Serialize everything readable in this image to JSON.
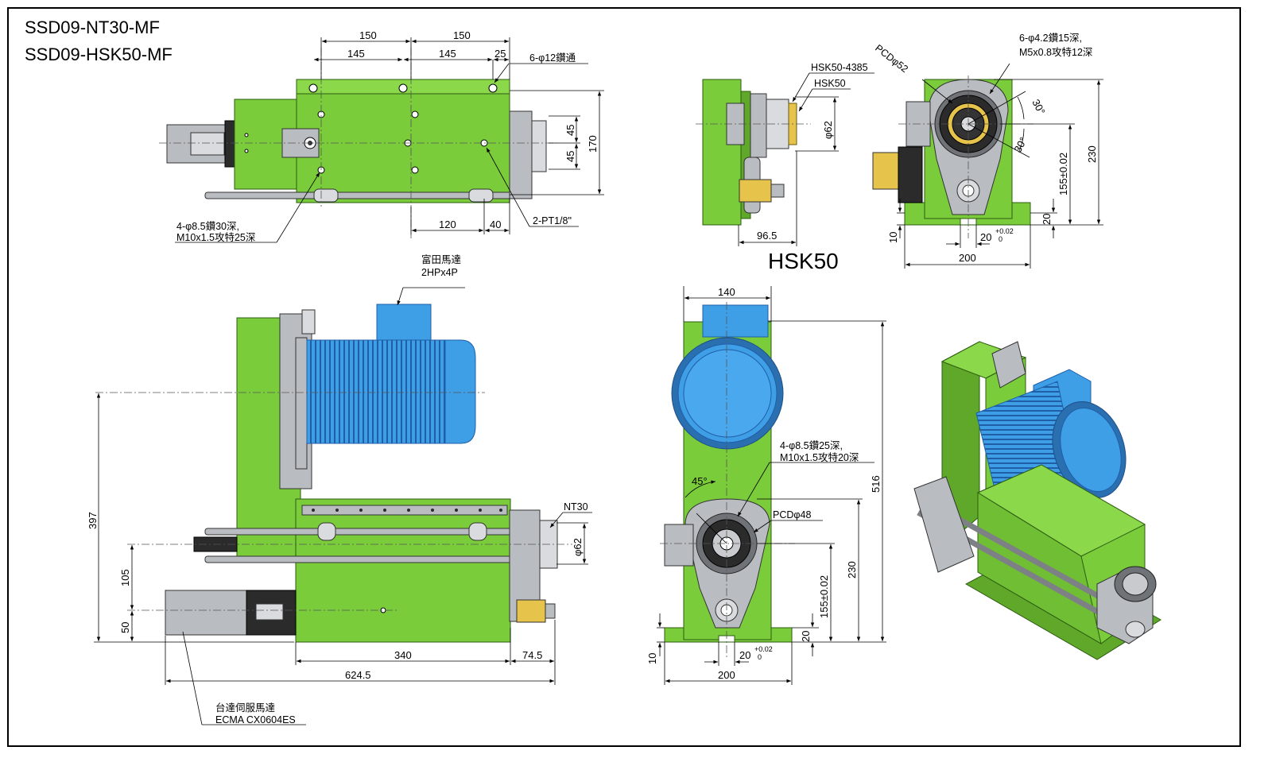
{
  "titles": {
    "line1": "SSD09-NT30-MF",
    "line2": "SSD09-HSK50-MF"
  },
  "view_label": "HSK50",
  "top_view": {
    "dims": {
      "d150a": "150",
      "d150b": "150",
      "d145a": "145",
      "d145b": "145",
      "d25": "25",
      "d45a": "45",
      "d45b": "45",
      "d170": "170",
      "d120": "120",
      "d40": "40"
    },
    "notes": {
      "holes_through": "6-φ12鑽通",
      "tap1": "4-φ8.5鑽30深,",
      "tap2": "M10x1.5攻特25深",
      "pt": "2-PT1/8\""
    }
  },
  "hsk_side": {
    "label1": "HSK50-4385",
    "label2": "HSK50",
    "dia": "φ62",
    "d96": "96.5"
  },
  "hsk_front": {
    "pcd": "PCDφ52",
    "holes1": "6-φ4.2鑽15深,",
    "holes2": "M5x0.8攻特12深",
    "a30a": "30°",
    "a30b": "30°",
    "d155": "155±0.02",
    "d230": "230",
    "d20": "20",
    "d10": "10",
    "d20b": "20",
    "tol_up": "+0.02",
    "tol_dn": "0",
    "d200": "200"
  },
  "side_view": {
    "motor1": "富田馬達",
    "motor2": "2HPx4P",
    "nt30": "NT30",
    "dia": "φ62",
    "d397": "397",
    "d105": "105",
    "d50": "50",
    "d340": "340",
    "d745": "74.5",
    "d6245": "624.5",
    "servo1": "台達伺服馬達",
    "servo2": "ECMA CX0604ES"
  },
  "front_view": {
    "d140": "140",
    "a45": "45°",
    "tap1": "4-φ8.5鑽25深,",
    "tap2": "M10x1.5攻特20深",
    "pcd": "PCDφ48",
    "d516": "516",
    "d230": "230",
    "d155": "155±0.02",
    "d20": "20",
    "d10": "10",
    "d20b": "20",
    "tol_up": "+0.02",
    "tol_dn": "0",
    "d200": "200"
  },
  "colors": {
    "green": "#7acc3a",
    "green_dark": "#5fa82a",
    "blue": "#3f9fe6",
    "blue_dark": "#1f6fbd",
    "gray": "#b9bcc0",
    "gray_dark": "#7d8185",
    "yellow": "#e6c34a"
  }
}
